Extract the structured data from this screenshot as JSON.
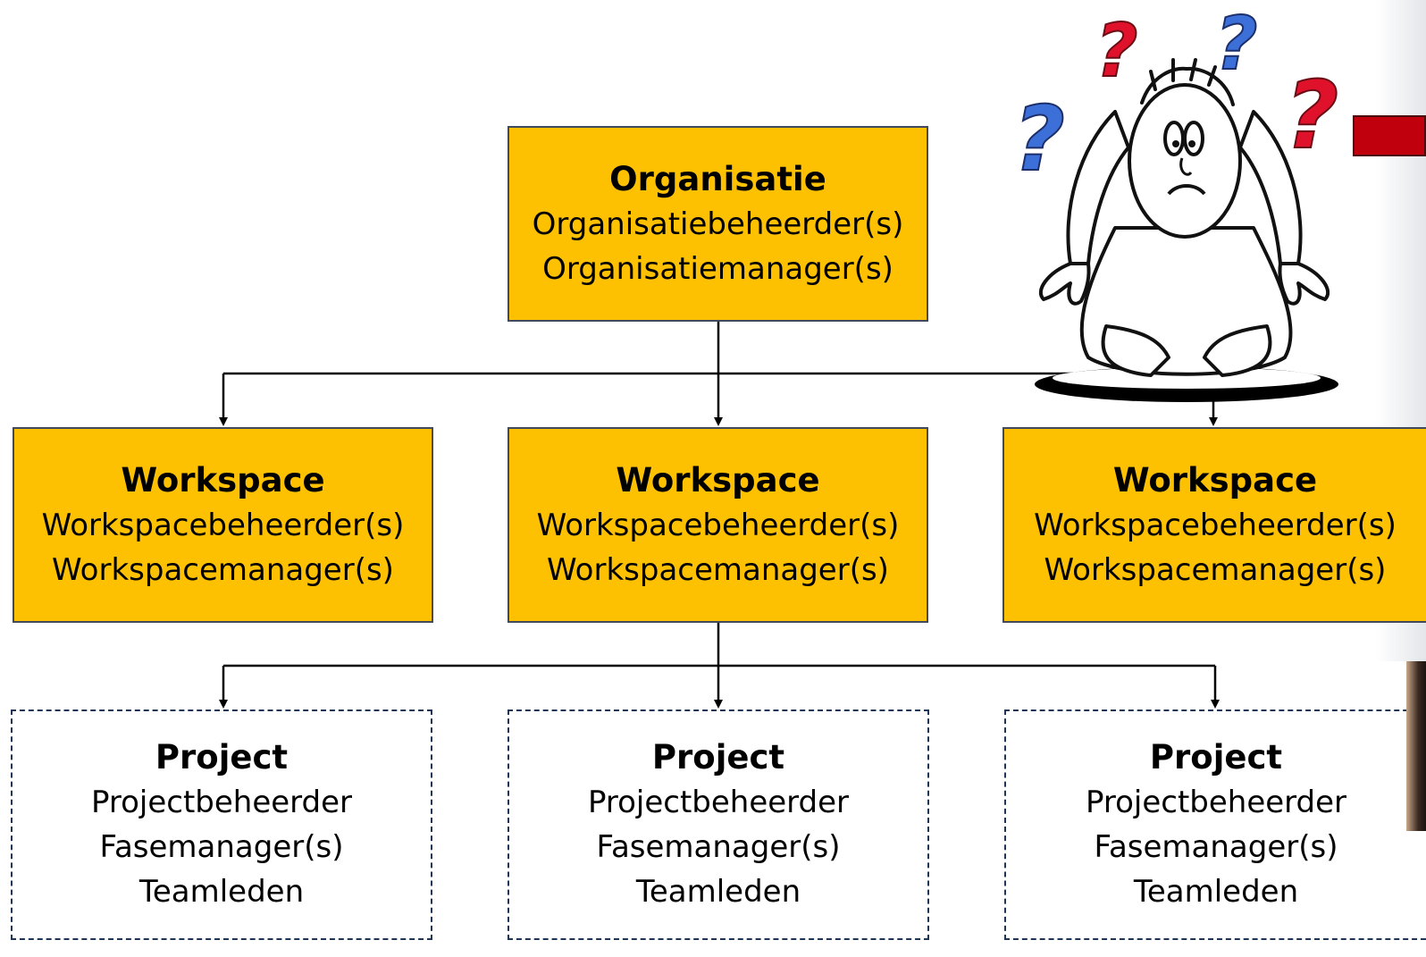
{
  "organisation": {
    "title": "Organisatie",
    "lines": [
      "Organisatiebeheerder(s)",
      "Organisatiemanager(s)"
    ]
  },
  "workspaces": [
    {
      "title": "Workspace",
      "lines": [
        "Workspacebeheerder(s)",
        "Workspacemanager(s)"
      ]
    },
    {
      "title": "Workspace",
      "lines": [
        "Workspacebeheerder(s)",
        "Workspacemanager(s)"
      ]
    },
    {
      "title": "Workspace",
      "lines": [
        "Workspacebeheerder(s)",
        "Workspacemanager(s)"
      ]
    }
  ],
  "projects": [
    {
      "title": "Project",
      "lines": [
        "Projectbeheerder",
        "Fasemanager(s)",
        "Teamleden"
      ]
    },
    {
      "title": "Project",
      "lines": [
        "Projectbeheerder",
        "Fasemanager(s)",
        "Teamleden"
      ]
    },
    {
      "title": "Project",
      "lines": [
        "Projectbeheerder",
        "Fasemanager(s)",
        "Teamleden"
      ]
    }
  ],
  "colors": {
    "box_fill": "#fdc101",
    "box_border": "#404a5c",
    "dashed_border": "#1f3556",
    "connector": "#000000",
    "accent_red": "#c0000c",
    "question_red": "#e0112b",
    "question_blue": "#3d6fd8"
  },
  "illustration": {
    "description_icon": "confused-cartoon-man-icon"
  }
}
